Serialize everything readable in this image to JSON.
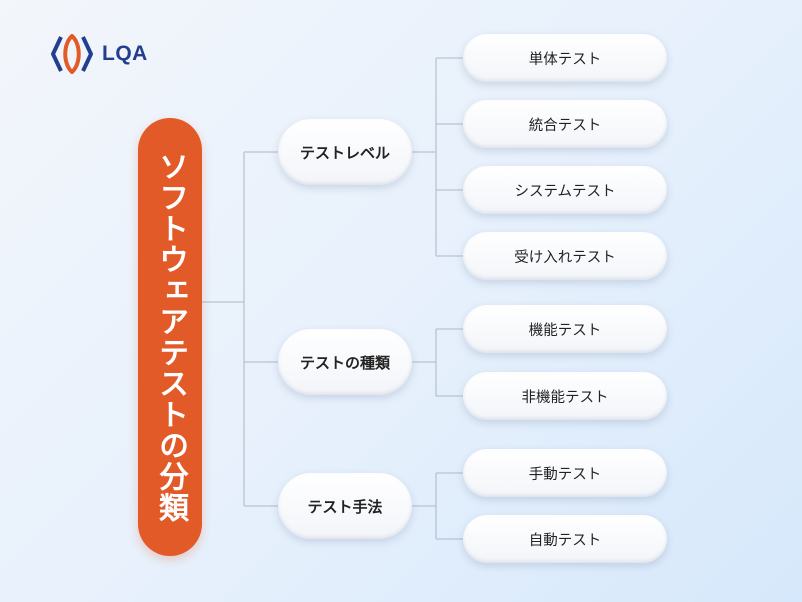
{
  "logo": {
    "text": "LQA"
  },
  "root": {
    "label": "ソフトウェアテストの分類"
  },
  "categories": [
    {
      "label": "テストレベル",
      "children": [
        "単体テスト",
        "統合テスト",
        "システムテスト",
        "受け入れテスト"
      ]
    },
    {
      "label": "テストの種類",
      "children": [
        "機能テスト",
        "非機能テスト"
      ]
    },
    {
      "label": "テスト手法",
      "children": [
        "手動テスト",
        "自動テスト"
      ]
    }
  ],
  "colors": {
    "root": "#e25a27",
    "logo_text": "#233d8f",
    "lines": "#b8c4d4"
  }
}
